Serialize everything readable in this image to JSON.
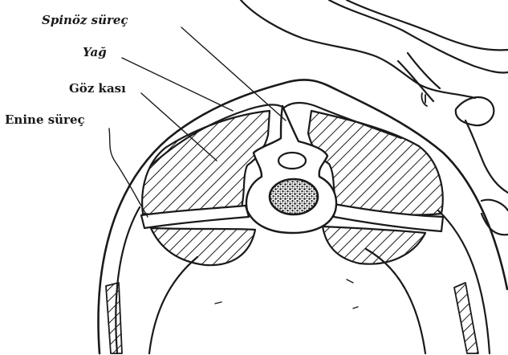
{
  "labels": {
    "spinous_process": "Spinöz süreç",
    "fat": "Yağ",
    "eye_muscle": "Göz kası",
    "transverse_process": "Enine süreç"
  },
  "colors": {
    "ink": "#1a1a1a",
    "background": "#ffffff"
  }
}
